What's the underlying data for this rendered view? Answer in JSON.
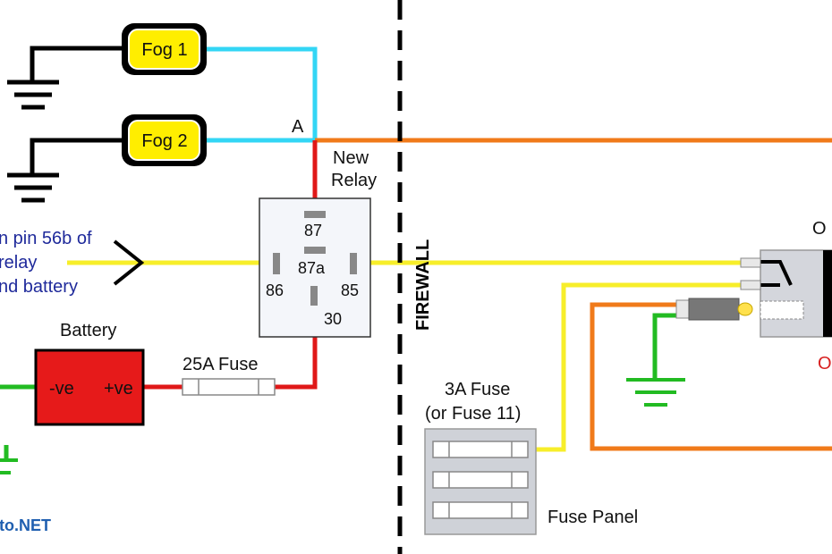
{
  "colors": {
    "cyan_wire": "#33d6f5",
    "orange_wire": "#f07a1a",
    "red_wire": "#e01818",
    "yellow_wire": "#f7ee2a",
    "green_wire": "#22bb22",
    "ground": "#000000",
    "battery": "#e61a1a",
    "fog_lamp": "#ffee00",
    "relay_box": "#f4f6fa",
    "fuse_panel": "#cfd2d8",
    "side_text": "#1f2a9b",
    "switch_label": "#d82020"
  },
  "fog_lamps": [
    {
      "label": "Fog 1"
    },
    {
      "label": "Fog 2"
    }
  ],
  "junction_label": "A",
  "relay": {
    "title_line1": "New",
    "title_line2": "Relay",
    "pins": [
      "87",
      "87a",
      "86",
      "85",
      "30"
    ]
  },
  "side_note": {
    "line1": "n pin 56b of",
    "line2": "relay",
    "line3": "nd battery"
  },
  "battery": {
    "title": "Battery",
    "neg": "-ve",
    "pos": "+ve"
  },
  "fuse_main": "25A Fuse",
  "firewall": "FIREWALL",
  "fuse_3a": {
    "line1": "3A Fuse",
    "line2": "(or Fuse 11)"
  },
  "fuse_panel": "Fuse Panel",
  "watermark": "to.NET",
  "switch_label_top": "O",
  "switch_label_bottom": "O"
}
